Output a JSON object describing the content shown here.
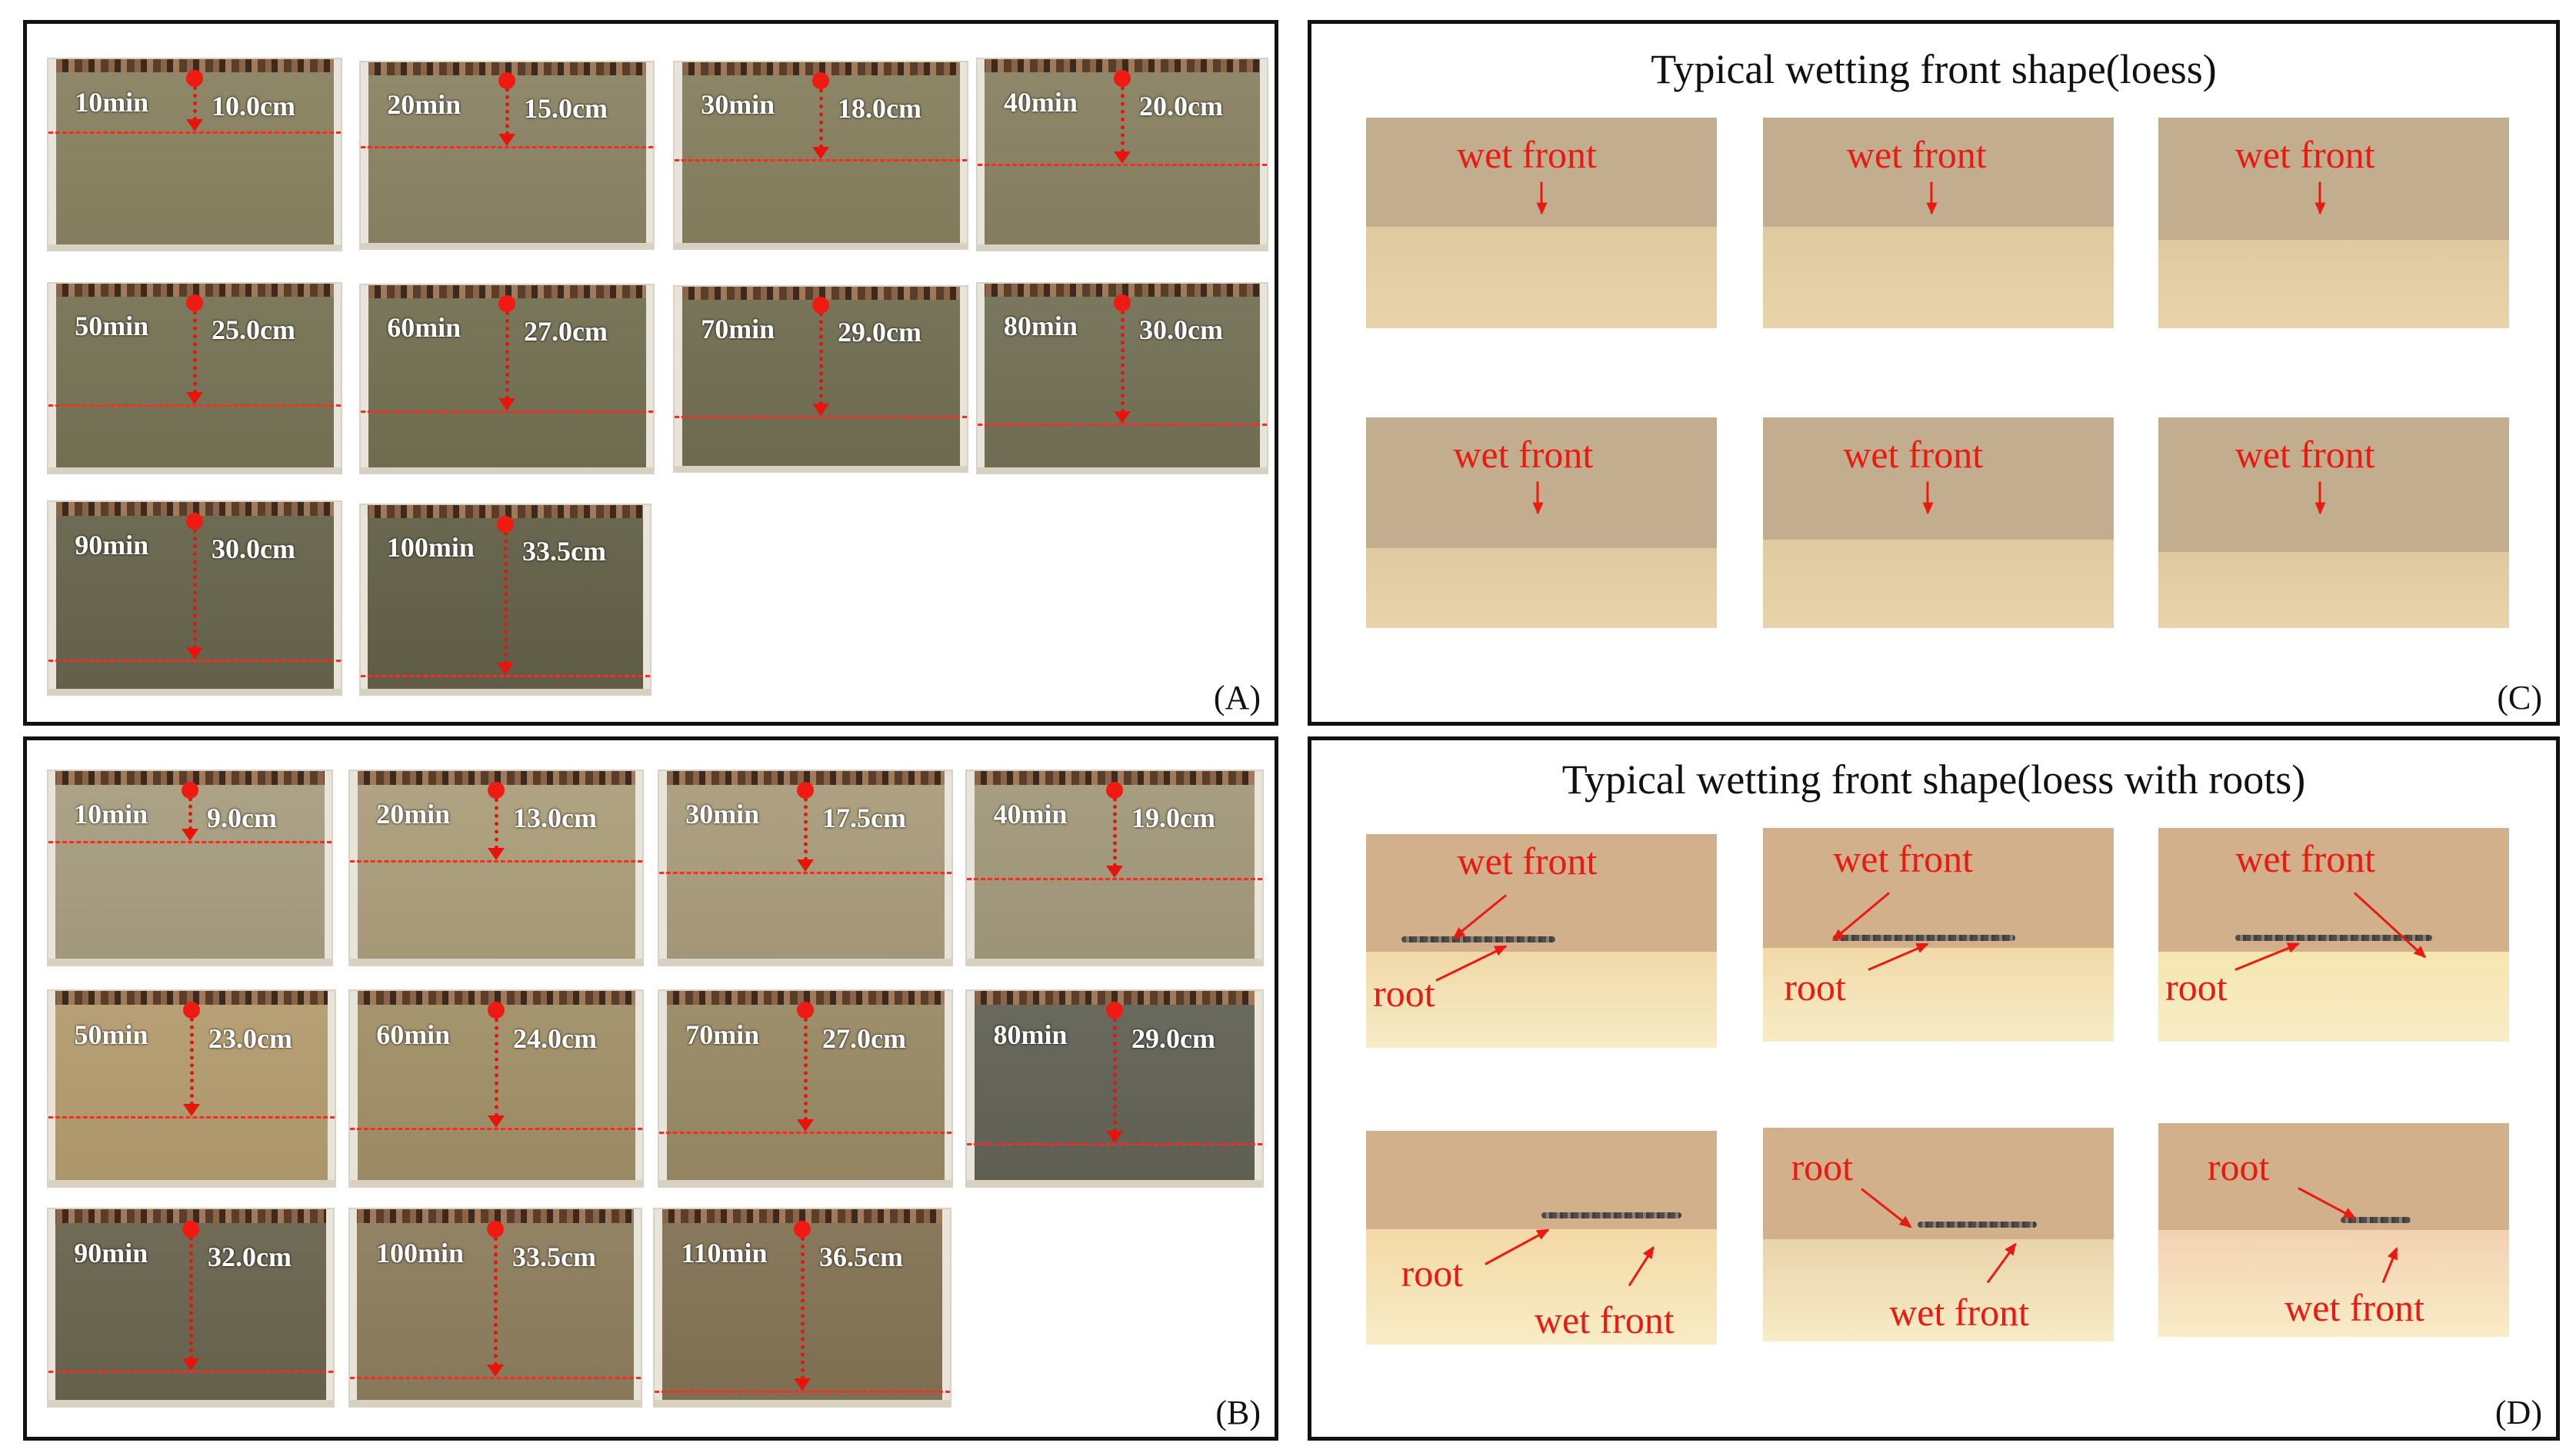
{
  "panels": {
    "A": {
      "label": "(A)",
      "tiles": [
        {
          "time": "10min",
          "depth": "10.0cm",
          "front": 0.38,
          "tone": "#8f8869"
        },
        {
          "time": "20min",
          "depth": "15.0cm",
          "front": 0.45,
          "tone": "#918a6c"
        },
        {
          "time": "30min",
          "depth": "18.0cm",
          "front": 0.52,
          "tone": "#8d8667"
        },
        {
          "time": "40min",
          "depth": "20.0cm",
          "front": 0.55,
          "tone": "#8f886a"
        },
        {
          "time": "50min",
          "depth": "25.0cm",
          "front": 0.64,
          "tone": "#7d7a5e"
        },
        {
          "time": "60min",
          "depth": "27.0cm",
          "front": 0.67,
          "tone": "#7a775b"
        },
        {
          "time": "70min",
          "depth": "29.0cm",
          "front": 0.7,
          "tone": "#78755a"
        },
        {
          "time": "80min",
          "depth": "30.0cm",
          "front": 0.74,
          "tone": "#7b7860"
        },
        {
          "time": "90min",
          "depth": "30.0cm",
          "front": 0.82,
          "tone": "#6f6c55"
        },
        {
          "time": "100min",
          "depth": "33.5cm",
          "front": 0.9,
          "tone": "#6b6852"
        }
      ]
    },
    "B": {
      "label": "(B)",
      "tiles": [
        {
          "time": "10min",
          "depth": "9.0cm",
          "front": 0.36,
          "tone": "#ada386"
        },
        {
          "time": "20min",
          "depth": "13.0cm",
          "front": 0.46,
          "tone": "#b0a482"
        },
        {
          "time": "30min",
          "depth": "17.5cm",
          "front": 0.52,
          "tone": "#aea283"
        },
        {
          "time": "40min",
          "depth": "19.0cm",
          "front": 0.55,
          "tone": "#a89e82"
        },
        {
          "time": "50min",
          "depth": "23.0cm",
          "front": 0.64,
          "tone": "#b8a177"
        },
        {
          "time": "60min",
          "depth": "24.0cm",
          "front": 0.7,
          "tone": "#a69670"
        },
        {
          "time": "70min",
          "depth": "27.0cm",
          "front": 0.72,
          "tone": "#9e8f6d"
        },
        {
          "time": "80min",
          "depth": "29.0cm",
          "front": 0.78,
          "tone": "#6b6a5e"
        },
        {
          "time": "90min",
          "depth": "32.0cm",
          "front": 0.82,
          "tone": "#716c57"
        },
        {
          "time": "100min",
          "depth": "33.5cm",
          "front": 0.85,
          "tone": "#938466"
        },
        {
          "time": "110min",
          "depth": "36.5cm",
          "front": 0.92,
          "tone": "#8a7a5d"
        }
      ]
    },
    "C": {
      "label": "(C)",
      "title": "Typical wetting front shape(loess)",
      "wet_front_label": "wet front"
    },
    "D": {
      "label": "(D)",
      "title": "Typical wetting front shape(loess with roots)",
      "wet_front_label": "wet front",
      "root_label": "root"
    }
  }
}
